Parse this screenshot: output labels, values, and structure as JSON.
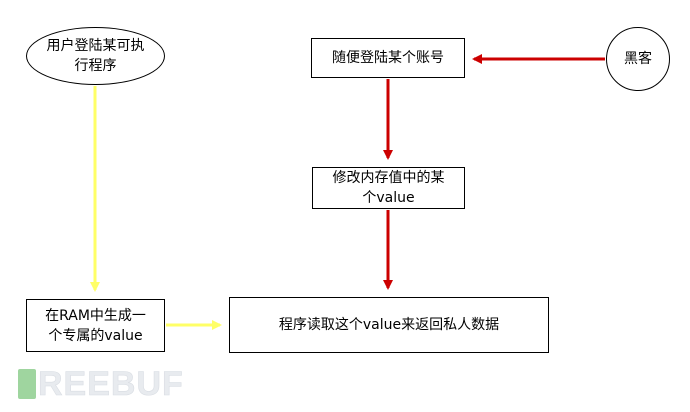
{
  "nodes": {
    "user_login": "用户登陆某可执\n行程序",
    "random_login": "随便登陆某个账号",
    "hacker": "黑客",
    "modify_memory": "修改内存值中的某\n个value",
    "ram_value": "在RAM中生成一\n个专属的value",
    "read_value": "程序读取这个value来返回私人数据"
  },
  "colors": {
    "yellow_edge": "#ffff66",
    "red_edge": "#cc0000",
    "node_border": "#000000",
    "watermark_mark": "#9fd59f"
  },
  "watermark": {
    "text": "REEBUF"
  }
}
